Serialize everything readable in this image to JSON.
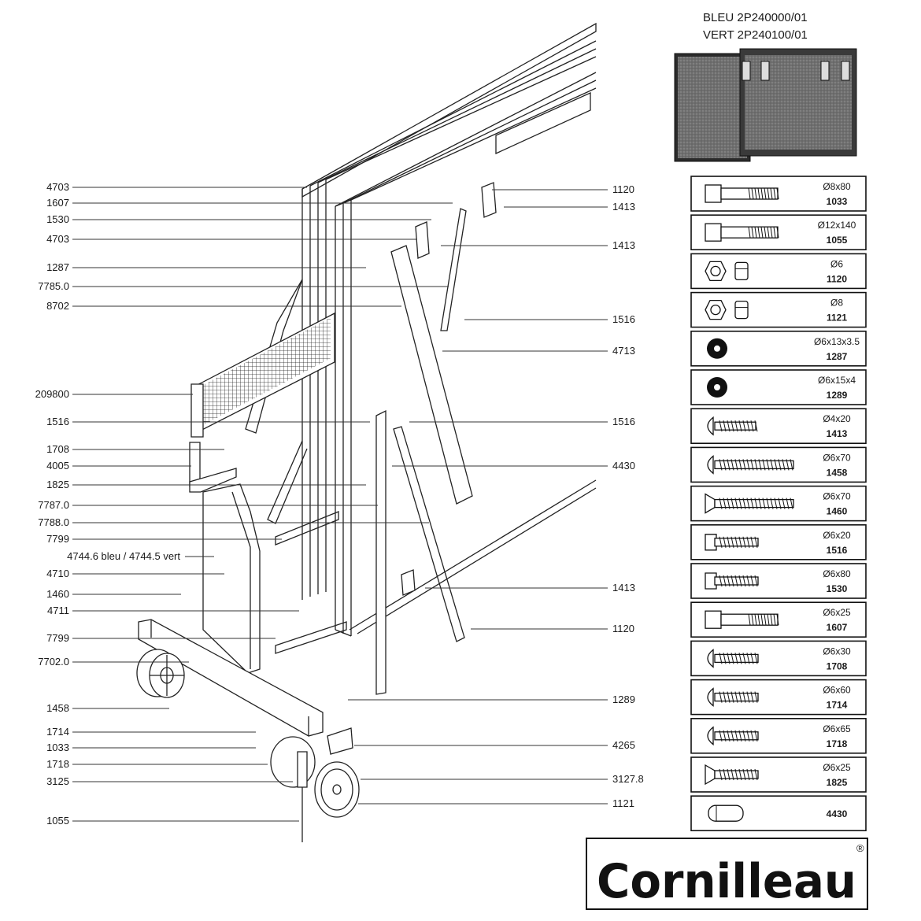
{
  "references": {
    "line1": "BLEU 2P240000/01",
    "line2": "VERT 2P240100/01"
  },
  "left_labels": [
    "4703",
    "1607",
    "1530",
    "4703",
    "1287",
    "7785.0",
    "8702",
    "209800",
    "1516",
    "1708",
    "4005",
    "1825",
    "7787.0",
    "7788.0",
    "7799",
    "4744.6 bleu / 4744.5 vert",
    "4710",
    "1460",
    "4711",
    "7799",
    "7702.0",
    "1458",
    "1714",
    "1033",
    "1718",
    "3125",
    "1055"
  ],
  "right_labels": [
    "1120",
    "1413",
    "1413",
    "1516",
    "4713",
    "1516",
    "4430",
    "1413",
    "1120",
    "1289",
    "4265",
    "3127.8",
    "1121"
  ],
  "parts": [
    {
      "spec": "Ø8x80",
      "code": "1033",
      "icon": "hex-bolt-icon"
    },
    {
      "spec": "Ø12x140",
      "code": "1055",
      "icon": "hex-bolt-icon"
    },
    {
      "spec": "Ø6",
      "code": "1120",
      "icon": "nut-icon"
    },
    {
      "spec": "Ø8",
      "code": "1121",
      "icon": "nut-icon"
    },
    {
      "spec": "Ø6x13x3.5",
      "code": "1287",
      "icon": "washer-icon"
    },
    {
      "spec": "Ø6x15x4",
      "code": "1289",
      "icon": "washer-icon"
    },
    {
      "spec": "Ø4x20",
      "code": "1413",
      "icon": "screw-icon"
    },
    {
      "spec": "Ø6x70",
      "code": "1458",
      "icon": "wood-screw-icon"
    },
    {
      "spec": "Ø6x70",
      "code": "1460",
      "icon": "countersunk-screw-icon"
    },
    {
      "spec": "Ø6x20",
      "code": "1516",
      "icon": "hex-screw-icon"
    },
    {
      "spec": "Ø6x80",
      "code": "1530",
      "icon": "hex-screw-icon"
    },
    {
      "spec": "Ø6x25",
      "code": "1607",
      "icon": "hex-bolt-icon"
    },
    {
      "spec": "Ø6x30",
      "code": "1708",
      "icon": "button-bolt-icon"
    },
    {
      "spec": "Ø6x60",
      "code": "1714",
      "icon": "button-bolt-icon"
    },
    {
      "spec": "Ø6x65",
      "code": "1718",
      "icon": "button-bolt-icon"
    },
    {
      "spec": "Ø6x25",
      "code": "1825",
      "icon": "countersunk-bolt-icon"
    },
    {
      "spec": "",
      "code": "4430",
      "icon": "end-cap-icon"
    }
  ],
  "brand": {
    "name": "Cornilleau",
    "mark": "®"
  }
}
